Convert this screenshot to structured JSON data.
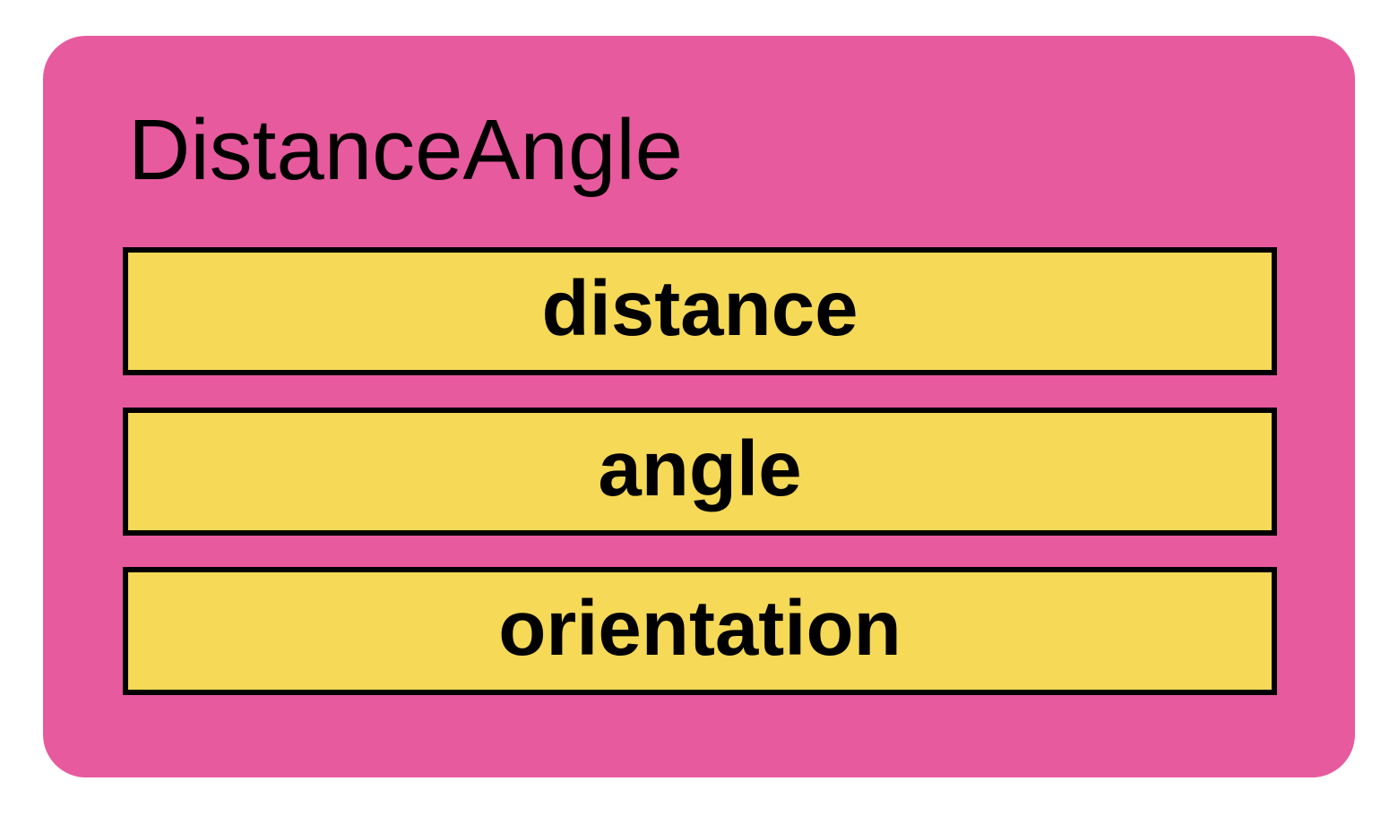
{
  "diagram": {
    "node": {
      "title": "DistanceAngle",
      "fields": [
        {
          "label": "distance"
        },
        {
          "label": "angle"
        },
        {
          "label": "orientation"
        }
      ]
    },
    "colors": {
      "node_background": "#e75a9e",
      "field_background": "#f5d957",
      "border": "#000000",
      "text": "#000000",
      "page_background": "#ffffff"
    }
  }
}
